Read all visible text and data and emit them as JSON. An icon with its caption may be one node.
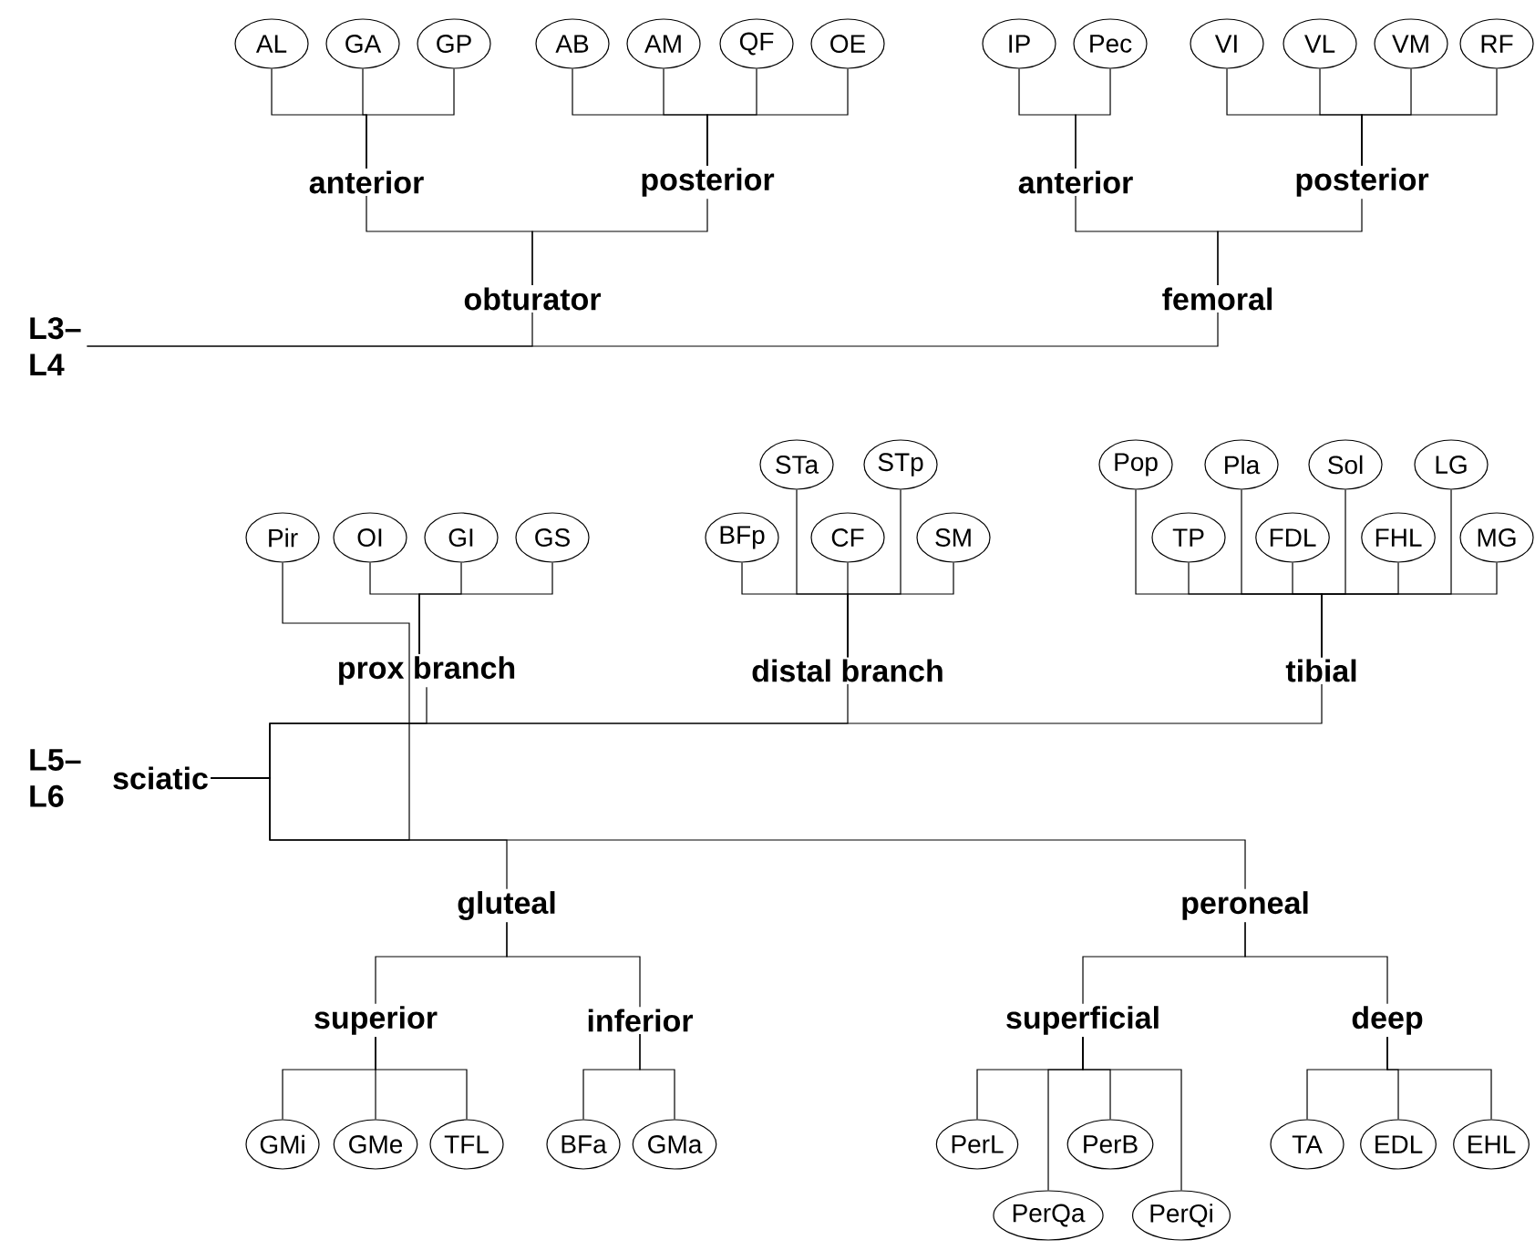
{
  "diagram": {
    "nodes": [
      {
        "text": [
          "L3– L4"
        ]
      },
      {
        "text": [
          "obturator"
        ]
      },
      {
        "text": [
          "femoral"
        ]
      },
      {
        "text": [
          "anterior"
        ]
      },
      {
        "text": [
          "posterior"
        ]
      },
      {
        "text": [
          "anterior"
        ]
      },
      {
        "text": [
          "posterior"
        ]
      },
      {
        "text": [
          "AL"
        ]
      },
      {
        "text": [
          "GA"
        ]
      },
      {
        "text": [
          "GP"
        ]
      },
      {
        "text": [
          "AB"
        ]
      },
      {
        "text": [
          "AM"
        ]
      },
      {
        "text": [
          "QF"
        ]
      },
      {
        "text": [
          "OE"
        ]
      },
      {
        "text": [
          "IP"
        ]
      },
      {
        "text": [
          "Pec"
        ]
      },
      {
        "text": [
          "VI"
        ]
      },
      {
        "text": [
          "VL"
        ]
      },
      {
        "text": [
          "VM"
        ]
      },
      {
        "text": [
          "RF"
        ]
      },
      {
        "text": [
          "sciatic"
        ]
      },
      {
        "text": [
          "prox branch"
        ]
      },
      {
        "text": [
          "distal branch"
        ]
      },
      {
        "text": [
          "tibial"
        ]
      },
      {
        "text": [
          "Pir"
        ]
      },
      {
        "text": [
          "OI"
        ]
      },
      {
        "text": [
          "GI"
        ]
      },
      {
        "text": [
          "GS"
        ]
      },
      {
        "text": [
          "BFp"
        ]
      },
      {
        "text": [
          "STa"
        ]
      },
      {
        "text": [
          "CF"
        ]
      },
      {
        "text": [
          "STp"
        ]
      },
      {
        "text": [
          "SM"
        ]
      },
      {
        "text": [
          "Pop"
        ]
      },
      {
        "text": [
          "TP"
        ]
      },
      {
        "text": [
          "Pla"
        ]
      },
      {
        "text": [
          "FDL"
        ]
      },
      {
        "text": [
          "Sol"
        ]
      },
      {
        "text": [
          "FHL"
        ]
      },
      {
        "text": [
          "LG"
        ]
      },
      {
        "text": [
          "MG"
        ]
      },
      {
        "text": [
          "gluteal"
        ]
      },
      {
        "text": [
          "peroneal"
        ]
      },
      {
        "text": [
          "superior"
        ]
      },
      {
        "text": [
          "inferior"
        ]
      },
      {
        "text": [
          "superficial"
        ]
      },
      {
        "text": [
          "deep"
        ]
      },
      {
        "text": [
          "GMi"
        ]
      },
      {
        "text": [
          "GMe"
        ]
      },
      {
        "text": [
          "TFL"
        ]
      },
      {
        "text": [
          "BFa"
        ]
      },
      {
        "text": [
          "GMa"
        ]
      },
      {
        "text": [
          "PerL"
        ]
      },
      {
        "text": [
          "PerQa"
        ]
      },
      {
        "text": [
          "PerB"
        ]
      },
      {
        "text": [
          "PerQi"
        ]
      },
      {
        "text": [
          "TA"
        ]
      },
      {
        "text": [
          "EDL"
        ]
      },
      {
        "text": [
          "EHL"
        ]
      }
    ],
    "edges": [
      {
        "from": 0,
        "to": 1,
        "arrow": "none"
      },
      {
        "from": 0,
        "to": 2,
        "arrow": "none"
      },
      {
        "from": 1,
        "to": 3,
        "arrow": "none"
      },
      {
        "from": 1,
        "to": 4,
        "arrow": "none"
      },
      {
        "from": 2,
        "to": 5,
        "arrow": "none"
      },
      {
        "from": 2,
        "to": 6,
        "arrow": "none"
      },
      {
        "from": 3,
        "to": 7,
        "arrow": "none"
      },
      {
        "from": 3,
        "to": 8,
        "arrow": "none"
      },
      {
        "from": 3,
        "to": 9,
        "arrow": "none"
      },
      {
        "from": 4,
        "to": 10,
        "arrow": "none"
      },
      {
        "from": 4,
        "to": 11,
        "arrow": "none"
      },
      {
        "from": 4,
        "to": 12,
        "arrow": "none"
      },
      {
        "from": 4,
        "to": 13,
        "arrow": "none"
      },
      {
        "from": 5,
        "to": 14,
        "arrow": "none"
      },
      {
        "from": 5,
        "to": 15,
        "arrow": "none"
      },
      {
        "from": 6,
        "to": 16,
        "arrow": "none"
      },
      {
        "from": 6,
        "to": 17,
        "arrow": "none"
      },
      {
        "from": 6,
        "to": 18,
        "arrow": "none"
      },
      {
        "from": 6,
        "to": 19,
        "arrow": "none"
      },
      {
        "from": 20,
        "to": 21,
        "arrow": "none"
      },
      {
        "from": 20,
        "to": 22,
        "arrow": "none"
      },
      {
        "from": 20,
        "to": 23,
        "arrow": "none"
      },
      {
        "from": 20,
        "to": 24,
        "arrow": "none"
      },
      {
        "from": 21,
        "to": 25,
        "arrow": "none"
      },
      {
        "from": 21,
        "to": 26,
        "arrow": "none"
      },
      {
        "from": 21,
        "to": 27,
        "arrow": "none"
      },
      {
        "from": 22,
        "to": 28,
        "arrow": "none"
      },
      {
        "from": 22,
        "to": 29,
        "arrow": "none"
      },
      {
        "from": 22,
        "to": 30,
        "arrow": "none"
      },
      {
        "from": 22,
        "to": 31,
        "arrow": "none"
      },
      {
        "from": 22,
        "to": 32,
        "arrow": "none"
      },
      {
        "from": 23,
        "to": 33,
        "arrow": "none"
      },
      {
        "from": 23,
        "to": 34,
        "arrow": "none"
      },
      {
        "from": 23,
        "to": 35,
        "arrow": "none"
      },
      {
        "from": 23,
        "to": 36,
        "arrow": "none"
      },
      {
        "from": 23,
        "to": 37,
        "arrow": "none"
      },
      {
        "from": 23,
        "to": 38,
        "arrow": "none"
      },
      {
        "from": 23,
        "to": 39,
        "arrow": "none"
      },
      {
        "from": 23,
        "to": 40,
        "arrow": "none"
      },
      {
        "from": 20,
        "to": 41,
        "arrow": "none"
      },
      {
        "from": 20,
        "to": 42,
        "arrow": "none"
      },
      {
        "from": 41,
        "to": 43,
        "arrow": "none"
      },
      {
        "from": 41,
        "to": 44,
        "arrow": "none"
      },
      {
        "from": 42,
        "to": 45,
        "arrow": "none"
      },
      {
        "from": 42,
        "to": 46,
        "arrow": "none"
      },
      {
        "from": 43,
        "to": 47,
        "arrow": "none"
      },
      {
        "from": 43,
        "to": 48,
        "arrow": "none"
      },
      {
        "from": 43,
        "to": 49,
        "arrow": "none"
      },
      {
        "from": 44,
        "to": 50,
        "arrow": "none"
      },
      {
        "from": 44,
        "to": 51,
        "arrow": "none"
      },
      {
        "from": 45,
        "to": 52,
        "arrow": "none"
      },
      {
        "from": 45,
        "to": 53,
        "arrow": "none"
      },
      {
        "from": 45,
        "to": 54,
        "arrow": "none"
      },
      {
        "from": 45,
        "to": 55,
        "arrow": "none"
      },
      {
        "from": 46,
        "to": 56,
        "arrow": "none"
      },
      {
        "from": 46,
        "to": 57,
        "arrow": "none"
      },
      {
        "from": 46,
        "to": 58,
        "arrow": "none"
      }
    ],
    "labels": [
      "L5– L6"
    ]
  }
}
